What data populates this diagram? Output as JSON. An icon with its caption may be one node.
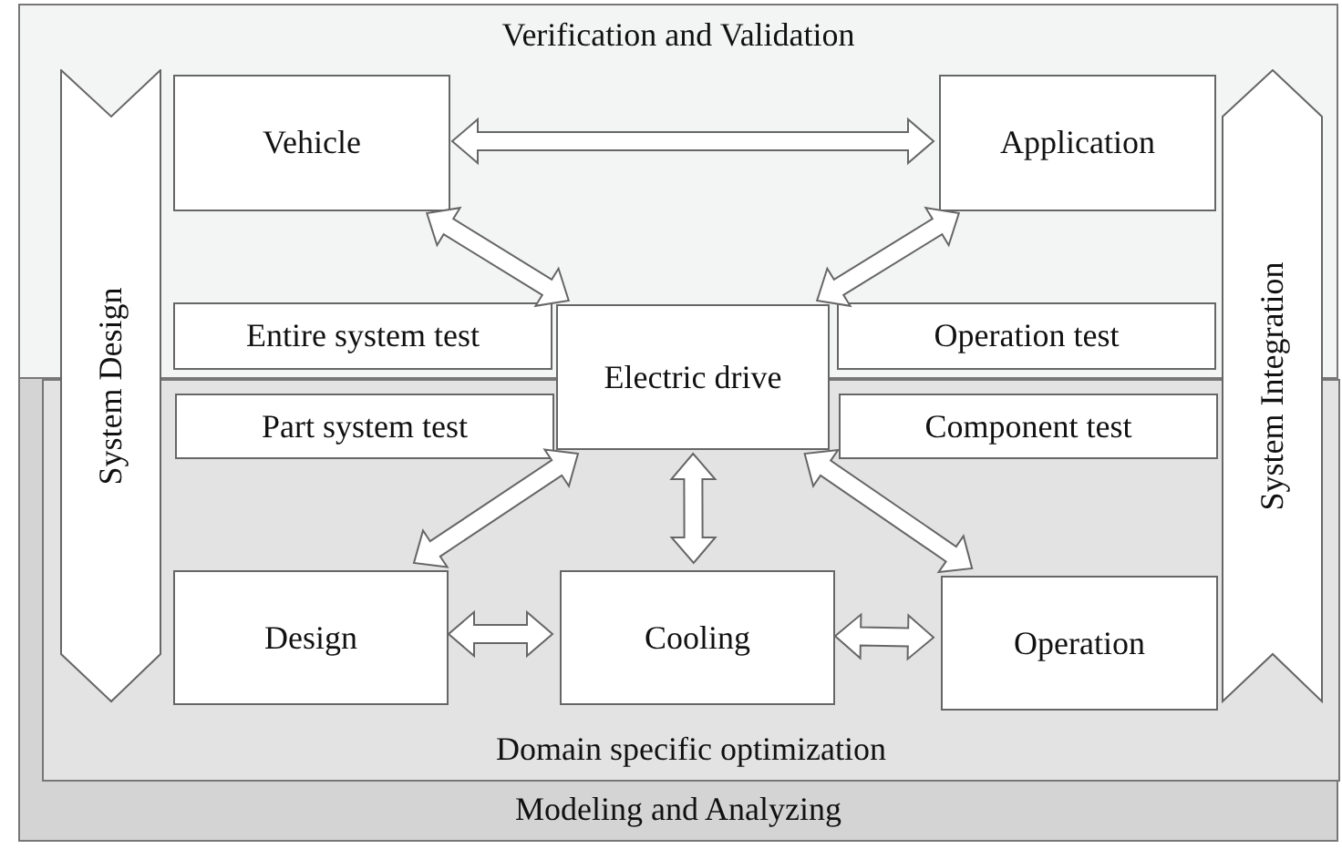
{
  "diagram": {
    "nodes": [
      {
        "text": [
          "Verification and Validation"
        ]
      },
      {
        "text": [
          "Modeling and Analyzing"
        ]
      },
      {
        "text": [
          "Domain specific optimization"
        ],
        "in": 1
      },
      {
        "text": [
          "System Design"
        ]
      },
      {
        "text": [
          "Vehicle"
        ],
        "in": 0
      },
      {
        "text": [
          "Application"
        ],
        "in": 0
      },
      {
        "text": [
          "System Integration"
        ]
      },
      {
        "text": [
          "Entire system test"
        ],
        "in": 0
      },
      {
        "text": [
          "Electric drive"
        ]
      },
      {
        "text": [
          "Operation test"
        ],
        "in": 0
      },
      {
        "text": [
          "Part system test"
        ],
        "in": 2
      },
      {
        "text": [
          "Component test"
        ],
        "in": 2
      },
      {
        "text": [
          "Design"
        ],
        "in": 2
      },
      {
        "text": [
          "Cooling"
        ],
        "in": 2
      },
      {
        "text": [
          "Operation"
        ],
        "in": 2
      }
    ],
    "edges": [
      {
        "from": 4,
        "to": 5,
        "arrow": "both"
      },
      {
        "from": 4,
        "to": 8,
        "arrow": "both"
      },
      {
        "from": 5,
        "to": 8,
        "arrow": "both"
      },
      {
        "from": 8,
        "to": 12,
        "arrow": "both"
      },
      {
        "from": 8,
        "to": 13,
        "arrow": "both"
      },
      {
        "from": 8,
        "to": 14,
        "arrow": "both"
      },
      {
        "from": 12,
        "to": 13,
        "arrow": "both"
      },
      {
        "from": 13,
        "to": 14,
        "arrow": "both"
      }
    ]
  }
}
